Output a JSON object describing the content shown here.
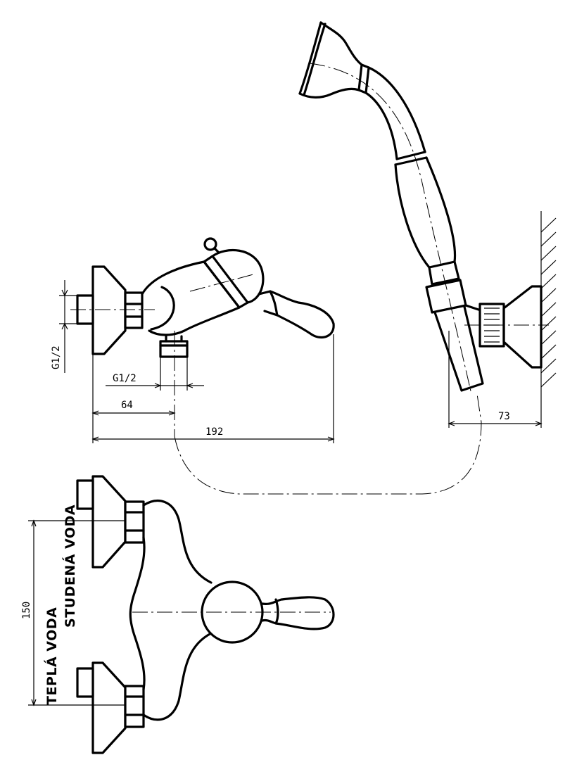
{
  "colors": {
    "ink": "#000000",
    "paper": "#ffffff"
  },
  "dimensions": {
    "g_half_vertical": "G1/2",
    "g_half_horizontal": "G1/2",
    "d64": "64",
    "d192": "192",
    "d73": "73",
    "d150": "150"
  },
  "labels": {
    "hot_water": "TEPLÁ VODA",
    "cold_water": "STUDENÁ VODA"
  }
}
